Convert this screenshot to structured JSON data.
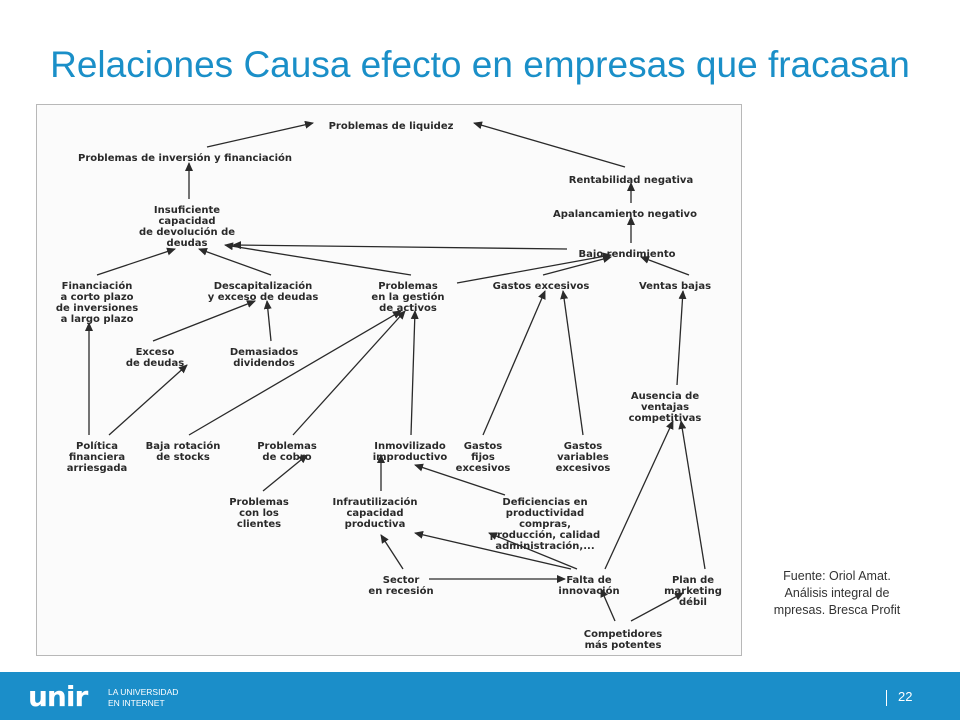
{
  "title": "Relaciones Causa efecto en empresas que fracasan",
  "diagram": {
    "nodes": [
      {
        "id": "liquidez",
        "lines": [
          "Problemas de liquidez"
        ]
      },
      {
        "id": "inversion",
        "lines": [
          "Problemas de inversión y financiación"
        ]
      },
      {
        "id": "rentabilidad",
        "lines": [
          "Rentabilidad negativa"
        ]
      },
      {
        "id": "insuficiente",
        "lines": [
          "Insuficiente",
          "capacidad",
          "de devolución de",
          "deudas"
        ]
      },
      {
        "id": "apalancamiento",
        "lines": [
          "Apalancamiento negativo"
        ]
      },
      {
        "id": "bajo",
        "lines": [
          "Bajo rendimiento"
        ]
      },
      {
        "id": "financiacion",
        "lines": [
          "Financiación",
          "a corto plazo",
          "de inversiones",
          "a largo plazo"
        ]
      },
      {
        "id": "descap",
        "lines": [
          "Descapitalización",
          "y exceso de deudas"
        ]
      },
      {
        "id": "gestion",
        "lines": [
          "Problemas",
          "en la gestión",
          "de activos"
        ]
      },
      {
        "id": "gastos",
        "lines": [
          "Gastos excesivos"
        ]
      },
      {
        "id": "ventas",
        "lines": [
          "Ventas bajas"
        ]
      },
      {
        "id": "exceso",
        "lines": [
          "Exceso",
          "de deudas"
        ]
      },
      {
        "id": "dividendos",
        "lines": [
          "Demasiados",
          "dividendos"
        ]
      },
      {
        "id": "ausencia",
        "lines": [
          "Ausencia de",
          "ventajas",
          "competitivas"
        ]
      },
      {
        "id": "politica",
        "lines": [
          "Política",
          "financiera",
          "arriesgada"
        ]
      },
      {
        "id": "rotacion",
        "lines": [
          "Baja rotación",
          "de stocks"
        ]
      },
      {
        "id": "cobro",
        "lines": [
          "Problemas",
          "de cobro"
        ]
      },
      {
        "id": "inmovilizado",
        "lines": [
          "Inmovilizado",
          "improductivo"
        ]
      },
      {
        "id": "fijos",
        "lines": [
          "Gastos",
          "fijos",
          "excesivos"
        ]
      },
      {
        "id": "variables",
        "lines": [
          "Gastos",
          "variables",
          "excesivos"
        ]
      },
      {
        "id": "clientes",
        "lines": [
          "Problemas",
          "con los",
          "clientes"
        ]
      },
      {
        "id": "infrautil",
        "lines": [
          "Infrautilización",
          "capacidad",
          "productiva"
        ]
      },
      {
        "id": "deficiencias",
        "lines": [
          "Deficiencias en",
          "productividad",
          "compras,",
          "producción, calidad",
          "administración,..."
        ]
      },
      {
        "id": "sector",
        "lines": [
          "Sector",
          "en recesión"
        ]
      },
      {
        "id": "falta",
        "lines": [
          "Falta de",
          "innovación"
        ]
      },
      {
        "id": "marketing",
        "lines": [
          "Plan de",
          "marketing",
          "débil"
        ]
      },
      {
        "id": "competidores",
        "lines": [
          "Competidores",
          "más potentes"
        ]
      }
    ]
  },
  "source": {
    "lines": [
      "Fuente: Oriol Amat.",
      "Análisis integral de",
      "mpresas. Bresca Profit"
    ]
  },
  "footer": {
    "logo_text": "unir",
    "tagline_line1": "LA UNIVERSIDAD",
    "tagline_line2": "EN INTERNET",
    "page_number": "22"
  },
  "colors": {
    "title": "#1a8fc8",
    "footer": "#1b8ec9",
    "ink": "#2a2a2a"
  }
}
